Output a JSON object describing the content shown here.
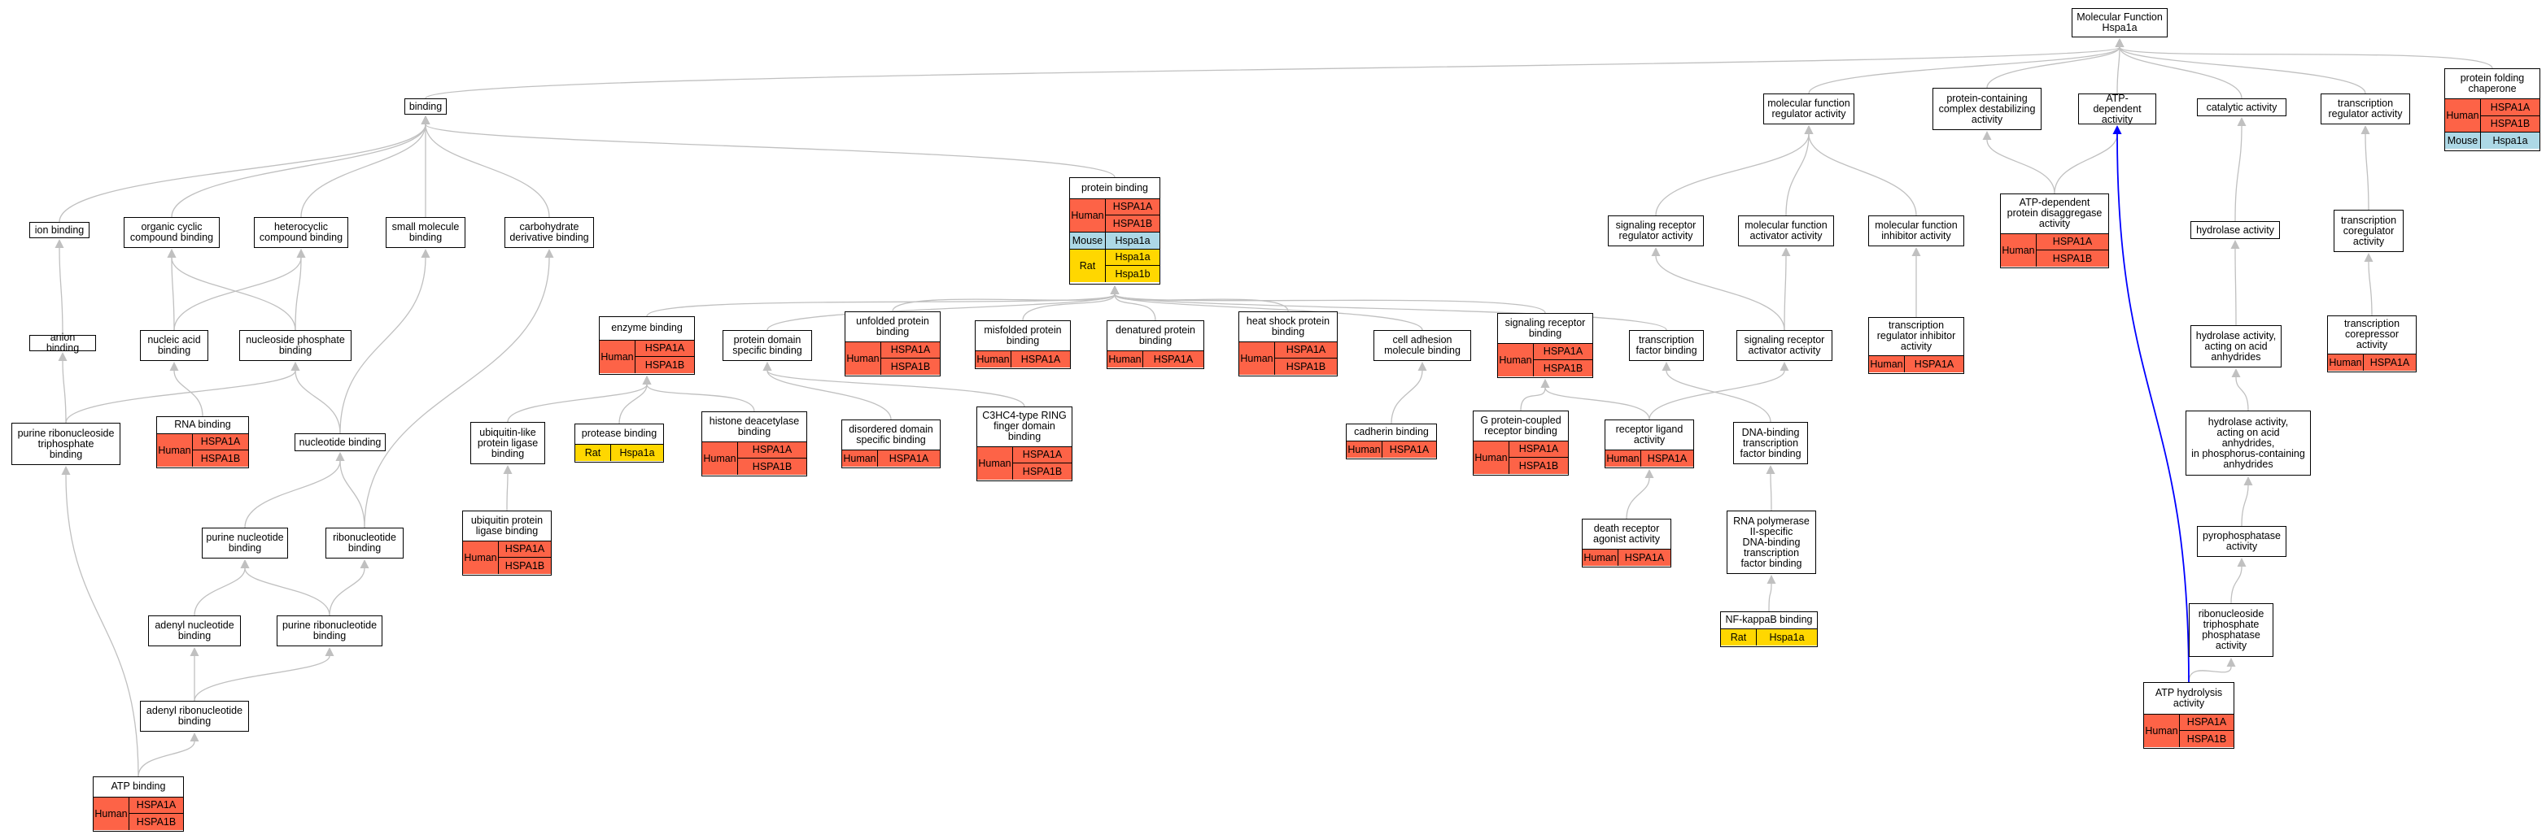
{
  "colors": {
    "human": "#fd6347",
    "mouse": "#add8e6",
    "rat": "#ffd700",
    "edge": "#c0c0c0",
    "highlight": "#0000ff"
  },
  "nodes": [
    {
      "id": "mf",
      "label": "Molecular Function\nHspa1a"
    },
    {
      "id": "binding",
      "label": "binding"
    },
    {
      "id": "mfra",
      "label": "molecular function\nregulator activity"
    },
    {
      "id": "pcdest",
      "label": "protein-containing\ncomplex destabilizing\nactivity"
    },
    {
      "id": "atpdep",
      "label": "ATP-dependent\nactivity"
    },
    {
      "id": "catalytic",
      "label": "catalytic activity"
    },
    {
      "id": "trra",
      "label": "transcription\nregulator activity"
    },
    {
      "id": "pfc",
      "label": "protein folding\nchaperone",
      "groups": [
        {
          "species": "Human",
          "genes": [
            "HSPA1A",
            "HSPA1B"
          ]
        },
        {
          "species": "Mouse",
          "genes": [
            "Hspa1a"
          ]
        }
      ]
    },
    {
      "id": "ionb",
      "label": "ion binding"
    },
    {
      "id": "occb",
      "label": "organic cyclic\ncompound binding"
    },
    {
      "id": "hccb",
      "label": "heterocyclic\ncompound binding"
    },
    {
      "id": "smb",
      "label": "small molecule\nbinding"
    },
    {
      "id": "cdb",
      "label": "carbohydrate\nderivative binding"
    },
    {
      "id": "pb",
      "label": "protein binding",
      "groups": [
        {
          "species": "Human",
          "genes": [
            "HSPA1A",
            "HSPA1B"
          ]
        },
        {
          "species": "Mouse",
          "genes": [
            "Hspa1a"
          ]
        },
        {
          "species": "Rat",
          "genes": [
            "Hspa1a",
            "Hspa1b"
          ]
        }
      ]
    },
    {
      "id": "srra",
      "label": "signaling receptor\nregulator activity"
    },
    {
      "id": "mfaa",
      "label": "molecular function\nactivator activity"
    },
    {
      "id": "mfia",
      "label": "molecular function\ninhibitor activity"
    },
    {
      "id": "atpdis",
      "label": "ATP-dependent\nprotein disaggregase\nactivity",
      "groups": [
        {
          "species": "Human",
          "genes": [
            "HSPA1A",
            "HSPA1B"
          ]
        }
      ]
    },
    {
      "id": "hydro",
      "label": "hydrolase activity"
    },
    {
      "id": "trcoreg",
      "label": "transcription\ncoregulator\nactivity"
    },
    {
      "id": "anionb",
      "label": "anion binding"
    },
    {
      "id": "nab",
      "label": "nucleic acid\nbinding"
    },
    {
      "id": "npb",
      "label": "nucleoside phosphate\nbinding"
    },
    {
      "id": "enzb",
      "label": "enzyme binding",
      "groups": [
        {
          "species": "Human",
          "genes": [
            "HSPA1A",
            "HSPA1B"
          ]
        }
      ]
    },
    {
      "id": "pdsb",
      "label": "protein domain\nspecific binding"
    },
    {
      "id": "upb",
      "label": "unfolded protein\nbinding",
      "groups": [
        {
          "species": "Human",
          "genes": [
            "HSPA1A",
            "HSPA1B"
          ]
        }
      ]
    },
    {
      "id": "mpb",
      "label": "misfolded protein\nbinding",
      "groups": [
        {
          "species": "Human",
          "genes": [
            "HSPA1A"
          ]
        }
      ]
    },
    {
      "id": "dpb",
      "label": "denatured protein\nbinding",
      "groups": [
        {
          "species": "Human",
          "genes": [
            "HSPA1A"
          ]
        }
      ]
    },
    {
      "id": "hspb",
      "label": "heat shock protein\nbinding",
      "groups": [
        {
          "species": "Human",
          "genes": [
            "HSPA1A",
            "HSPA1B"
          ]
        }
      ]
    },
    {
      "id": "camb",
      "label": "cell adhesion\nmolecule binding"
    },
    {
      "id": "srb",
      "label": "signaling receptor\nbinding",
      "groups": [
        {
          "species": "Human",
          "genes": [
            "HSPA1A",
            "HSPA1B"
          ]
        }
      ]
    },
    {
      "id": "tfb",
      "label": "transcription\nfactor binding"
    },
    {
      "id": "sraa",
      "label": "signaling receptor\nactivator activity"
    },
    {
      "id": "trinh",
      "label": "transcription\nregulator inhibitor\nactivity",
      "groups": [
        {
          "species": "Human",
          "genes": [
            "HSPA1A"
          ]
        }
      ]
    },
    {
      "id": "hydroacid",
      "label": "hydrolase activity,\nacting on acid\nanhydrides"
    },
    {
      "id": "trcorep",
      "label": "transcription\ncorepressor\nactivity",
      "groups": [
        {
          "species": "Human",
          "genes": [
            "HSPA1A"
          ]
        }
      ]
    },
    {
      "id": "prnt",
      "label": "purine ribonucleoside\ntriphosphate\nbinding"
    },
    {
      "id": "rnab",
      "label": "RNA binding",
      "groups": [
        {
          "species": "Human",
          "genes": [
            "HSPA1A",
            "HSPA1B"
          ]
        }
      ]
    },
    {
      "id": "nucb",
      "label": "nucleotide binding"
    },
    {
      "id": "ublpl",
      "label": "ubiquitin-like\nprotein ligase\nbinding"
    },
    {
      "id": "protb",
      "label": "protease binding",
      "groups": [
        {
          "species": "Rat",
          "genes": [
            "Hspa1a"
          ]
        }
      ]
    },
    {
      "id": "hdb",
      "label": "histone deacetylase\nbinding",
      "groups": [
        {
          "species": "Human",
          "genes": [
            "HSPA1A",
            "HSPA1B"
          ]
        }
      ]
    },
    {
      "id": "ddsb",
      "label": "disordered domain\nspecific binding",
      "groups": [
        {
          "species": "Human",
          "genes": [
            "HSPA1A"
          ]
        }
      ]
    },
    {
      "id": "c3h",
      "label": "C3HC4-type RING\nfinger domain\nbinding",
      "groups": [
        {
          "species": "Human",
          "genes": [
            "HSPA1A",
            "HSPA1B"
          ]
        }
      ]
    },
    {
      "id": "cadb",
      "label": "cadherin binding",
      "groups": [
        {
          "species": "Human",
          "genes": [
            "HSPA1A"
          ]
        }
      ]
    },
    {
      "id": "gpcr",
      "label": "G protein-coupled\nreceptor binding",
      "groups": [
        {
          "species": "Human",
          "genes": [
            "HSPA1A",
            "HSPA1B"
          ]
        }
      ]
    },
    {
      "id": "rla",
      "label": "receptor ligand\nactivity",
      "groups": [
        {
          "species": "Human",
          "genes": [
            "HSPA1A"
          ]
        }
      ]
    },
    {
      "id": "dbtfb",
      "label": "DNA-binding\ntranscription\nfactor binding"
    },
    {
      "id": "hydroacid2",
      "label": "hydrolase activity,\nacting on acid\nanhydrides,\nin phosphorus-containing\nanhydrides"
    },
    {
      "id": "pnb",
      "label": "purine nucleotide\nbinding"
    },
    {
      "id": "ribonb",
      "label": "ribonucleotide\nbinding"
    },
    {
      "id": "upl",
      "label": "ubiquitin protein\nligase binding",
      "groups": [
        {
          "species": "Human",
          "genes": [
            "HSPA1A",
            "HSPA1B"
          ]
        }
      ]
    },
    {
      "id": "dra",
      "label": "death receptor\nagonist activity",
      "groups": [
        {
          "species": "Human",
          "genes": [
            "HSPA1A"
          ]
        }
      ]
    },
    {
      "id": "rnap",
      "label": "RNA polymerase\nII-specific\nDNA-binding\ntranscription\nfactor binding"
    },
    {
      "id": "pyro",
      "label": "pyrophosphatase\nactivity"
    },
    {
      "id": "adnb",
      "label": "adenyl nucleotide\nbinding"
    },
    {
      "id": "prnb",
      "label": "purine ribonucleotide\nbinding"
    },
    {
      "id": "nfkb",
      "label": "NF-kappaB binding",
      "groups": [
        {
          "species": "Rat",
          "genes": [
            "Hspa1a"
          ]
        }
      ]
    },
    {
      "id": "rntpa",
      "label": "ribonucleoside\ntriphosphate\nphosphatase\nactivity"
    },
    {
      "id": "arnb",
      "label": "adenyl ribonucleotide\nbinding"
    },
    {
      "id": "atph",
      "label": "ATP hydrolysis\nactivity",
      "groups": [
        {
          "species": "Human",
          "genes": [
            "HSPA1A",
            "HSPA1B"
          ]
        }
      ]
    },
    {
      "id": "atpb",
      "label": "ATP binding",
      "groups": [
        {
          "species": "Human",
          "genes": [
            "HSPA1A",
            "HSPA1B"
          ]
        }
      ]
    }
  ]
}
